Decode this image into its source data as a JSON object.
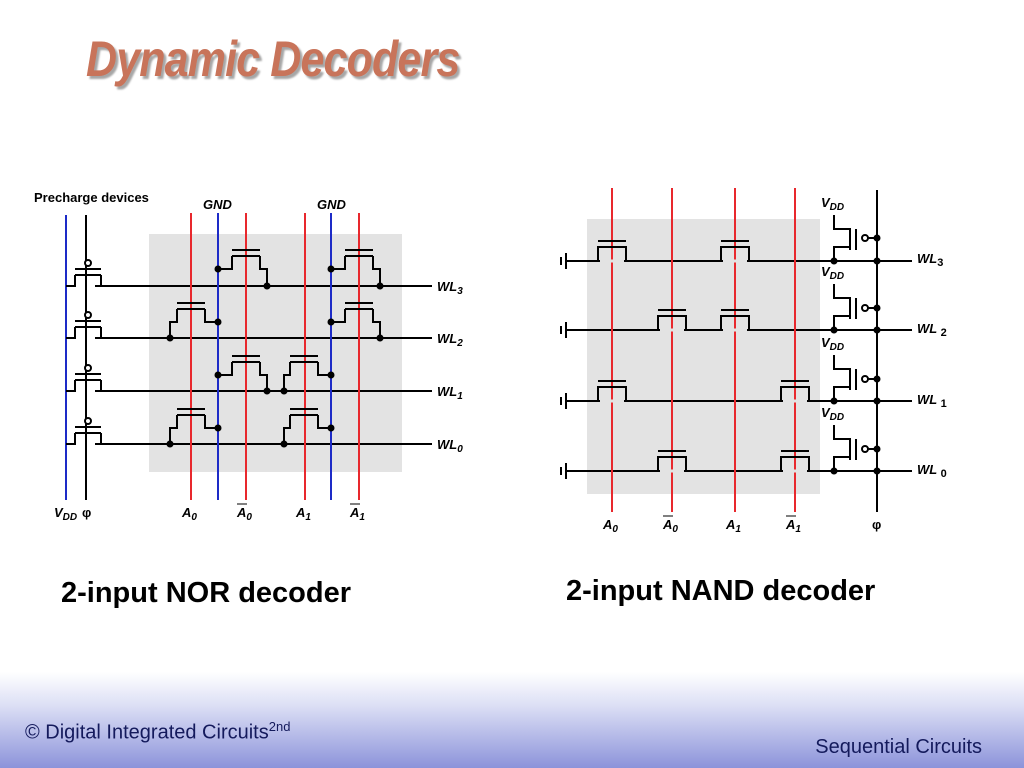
{
  "title": "Dynamic Decoders",
  "nor": {
    "precharge_label": "Precharge devices",
    "gnd_labels": [
      "GND",
      "GND"
    ],
    "wordlines": [
      "WL3",
      "WL2",
      "WL1",
      "WL0"
    ],
    "bottom_labels": [
      "VDD",
      "φ",
      "A0",
      "A0",
      "A1",
      "A1"
    ],
    "caption": "2-input NOR decoder"
  },
  "nand": {
    "vdd_labels": [
      "VDD",
      "VDD",
      "VDD",
      "VDD"
    ],
    "wordlines": [
      "WL3",
      "WL 2",
      "WL 1",
      "WL 0"
    ],
    "bottom_labels": [
      "A0",
      "A0",
      "A1",
      "A1",
      "φ"
    ],
    "caption": "2-input NAND decoder"
  },
  "footer": {
    "copyright": "© Digital Integrated Circuits",
    "edition": "2nd",
    "section": "Sequential Circuits"
  },
  "colors": {
    "input_line": "#e8282d",
    "ground_line": "#1d2bc7",
    "panel": "#e3e3e3",
    "title": "#c8745a"
  }
}
